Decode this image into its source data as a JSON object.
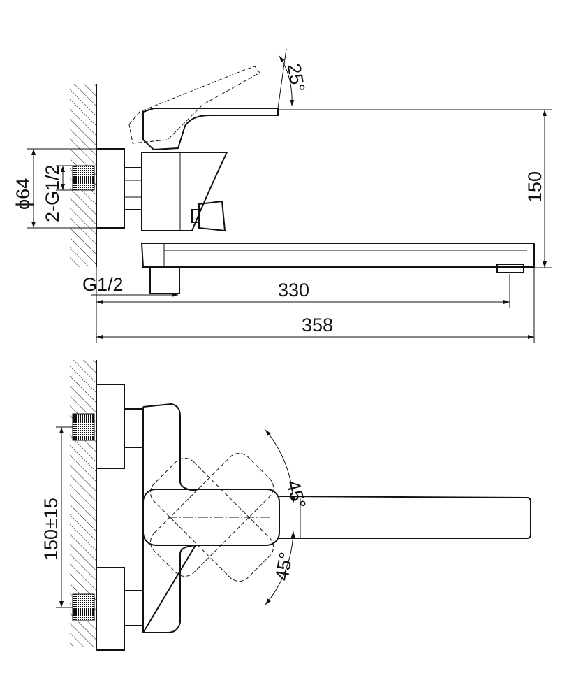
{
  "top_view": {
    "angle_label": "25°",
    "height_label": "150",
    "flange_diameter_label": "ϕ64",
    "inlet_thread_label": "2-G1/2",
    "outlet_thread_label": "G1/2",
    "spout_reach_label": "330",
    "overall_length_label": "358"
  },
  "plan_view": {
    "rotation_up_label": "45°",
    "rotation_down_label": "45°",
    "center_distance_label": "150±15"
  }
}
